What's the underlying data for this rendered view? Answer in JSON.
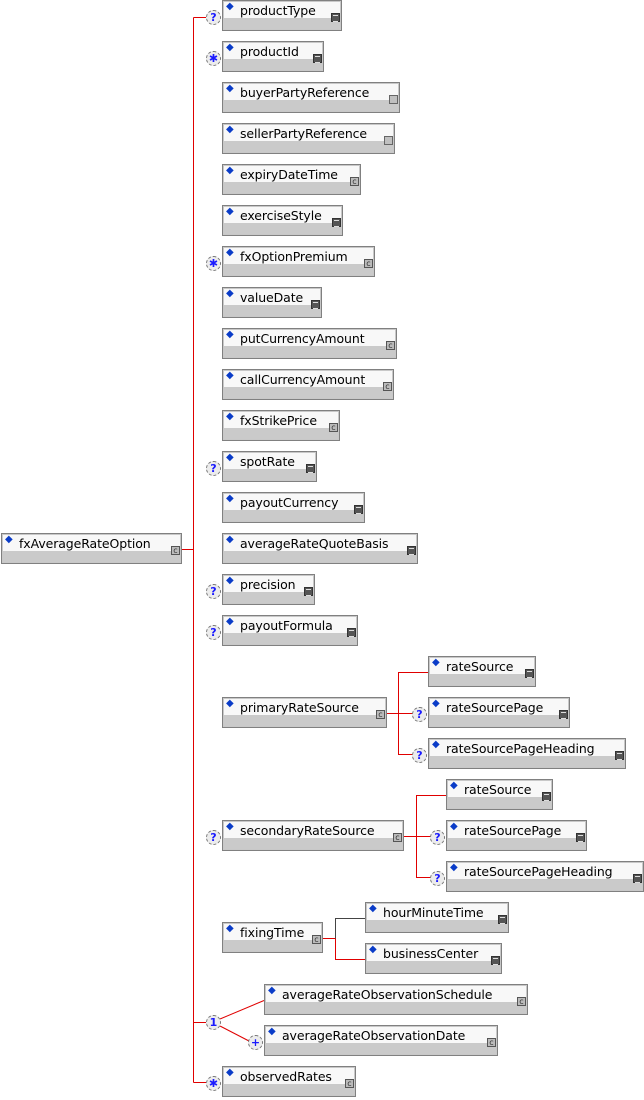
{
  "colors": {
    "connector": "#e00000",
    "diamond": "#0a3cc8",
    "badge_glyph": "#1a1aff"
  },
  "root": {
    "label": "fxAverageRateOption",
    "icon": "complex-type-icon"
  },
  "elements": [
    {
      "label": "productType",
      "occurrence": "?",
      "icon": "simple"
    },
    {
      "label": "productId",
      "occurrence": "*",
      "icon": "simple"
    },
    {
      "label": "buyerPartyReference",
      "occurrence": "",
      "icon": "plain"
    },
    {
      "label": "sellerPartyReference",
      "occurrence": "",
      "icon": "plain"
    },
    {
      "label": "expiryDateTime",
      "occurrence": "",
      "icon": "complex"
    },
    {
      "label": "exerciseStyle",
      "occurrence": "",
      "icon": "simple"
    },
    {
      "label": "fxOptionPremium",
      "occurrence": "*",
      "icon": "complex"
    },
    {
      "label": "valueDate",
      "occurrence": "",
      "icon": "simple"
    },
    {
      "label": "putCurrencyAmount",
      "occurrence": "",
      "icon": "complex"
    },
    {
      "label": "callCurrencyAmount",
      "occurrence": "",
      "icon": "complex"
    },
    {
      "label": "fxStrikePrice",
      "occurrence": "",
      "icon": "complex"
    },
    {
      "label": "spotRate",
      "occurrence": "?",
      "icon": "simple"
    },
    {
      "label": "payoutCurrency",
      "occurrence": "",
      "icon": "simple"
    },
    {
      "label": "averageRateQuoteBasis",
      "occurrence": "",
      "icon": "simple"
    },
    {
      "label": "precision",
      "occurrence": "?",
      "icon": "simple"
    },
    {
      "label": "payoutFormula",
      "occurrence": "?",
      "icon": "simple"
    },
    {
      "label": "primaryRateSource",
      "occurrence": "",
      "icon": "complex"
    },
    {
      "label": "rateSource",
      "occurrence": "",
      "icon": "simple"
    },
    {
      "label": "rateSourcePage",
      "occurrence": "?",
      "icon": "simple"
    },
    {
      "label": "rateSourcePageHeading",
      "occurrence": "?",
      "icon": "simple"
    },
    {
      "label": "secondaryRateSource",
      "occurrence": "?",
      "icon": "complex"
    },
    {
      "label": "rateSource",
      "occurrence": "",
      "icon": "simple"
    },
    {
      "label": "rateSourcePage",
      "occurrence": "?",
      "icon": "simple"
    },
    {
      "label": "rateSourcePageHeading",
      "occurrence": "?",
      "icon": "simple"
    },
    {
      "label": "fixingTime",
      "occurrence": "",
      "icon": "complex"
    },
    {
      "label": "hourMinuteTime",
      "occurrence": "",
      "icon": "simple"
    },
    {
      "label": "businessCenter",
      "occurrence": "",
      "icon": "simple"
    },
    {
      "label": "averageRateObservationSchedule",
      "occurrence": "",
      "icon": "complex"
    },
    {
      "label": "averageRateObservationDate",
      "occurrence": "+",
      "icon": "complex"
    },
    {
      "label": "observedRates",
      "occurrence": "*",
      "icon": "complex"
    }
  ],
  "choice": {
    "label": "1"
  }
}
